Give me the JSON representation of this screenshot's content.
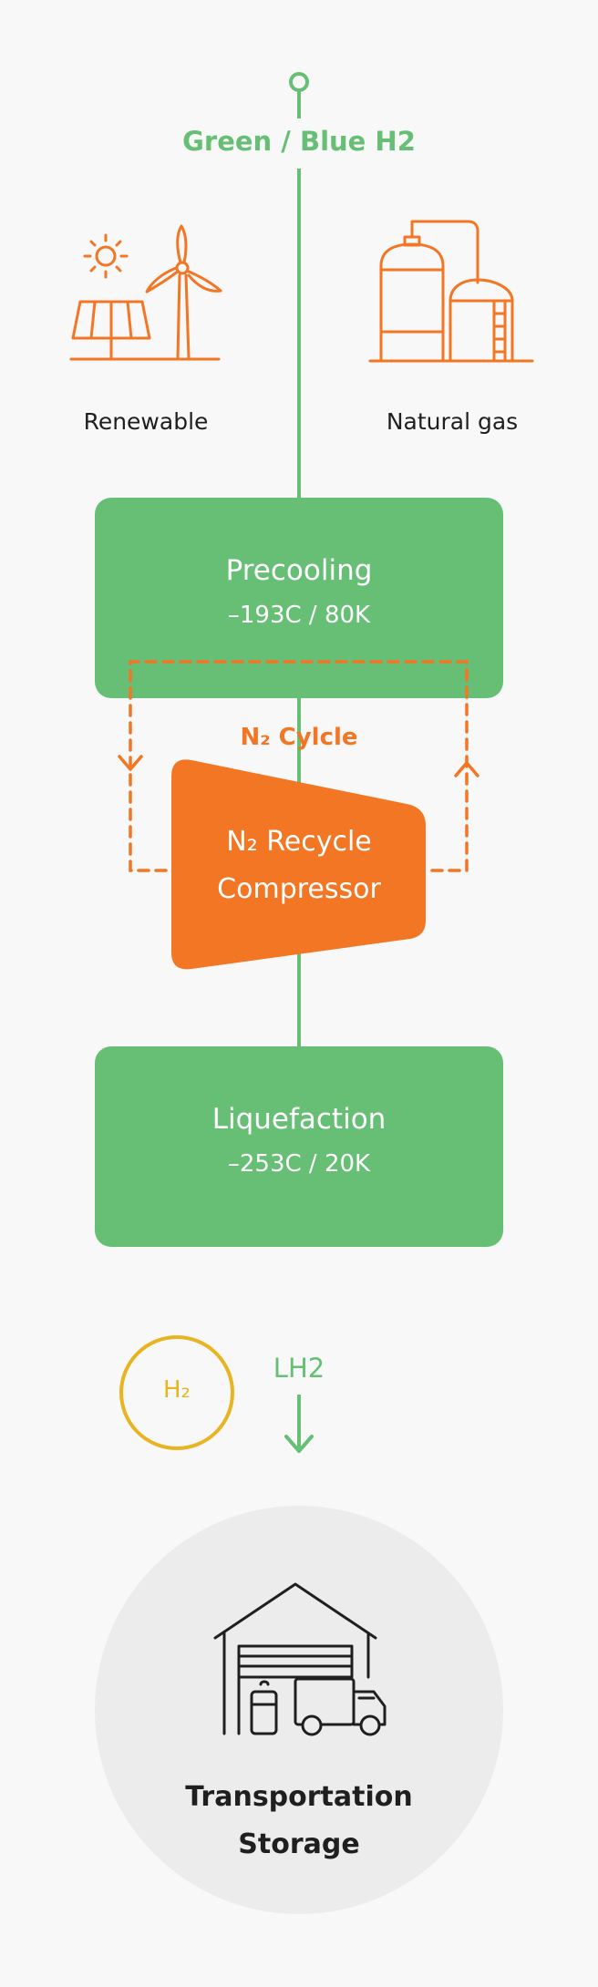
{
  "source": {
    "title": "Green / Blue H2"
  },
  "sources": {
    "renewable": {
      "label": "Renewable",
      "icon": "solar-wind-icon"
    },
    "natural_gas": {
      "label": "Natural gas",
      "icon": "gas-plant-icon"
    }
  },
  "precooling": {
    "title": "Precooling",
    "condition": "–193C / 80K"
  },
  "n2_cycle": {
    "label": "N₂ Cylcle"
  },
  "compressor": {
    "line1": "N₂ Recycle",
    "line2": "Compressor"
  },
  "liquefaction": {
    "title": "Liquefaction",
    "condition": "–253C / 20K"
  },
  "product": {
    "label": "LH2",
    "badge": "H₂"
  },
  "destination": {
    "line1": "Transportation",
    "line2": "Storage",
    "icon": "warehouse-truck-icon"
  },
  "colors": {
    "green": "#66bf74",
    "orange": "#f27623",
    "yellow": "#e8b422",
    "dark": "#1f1f1f",
    "circle": "#ececec",
    "background": "#f8f8f8"
  }
}
